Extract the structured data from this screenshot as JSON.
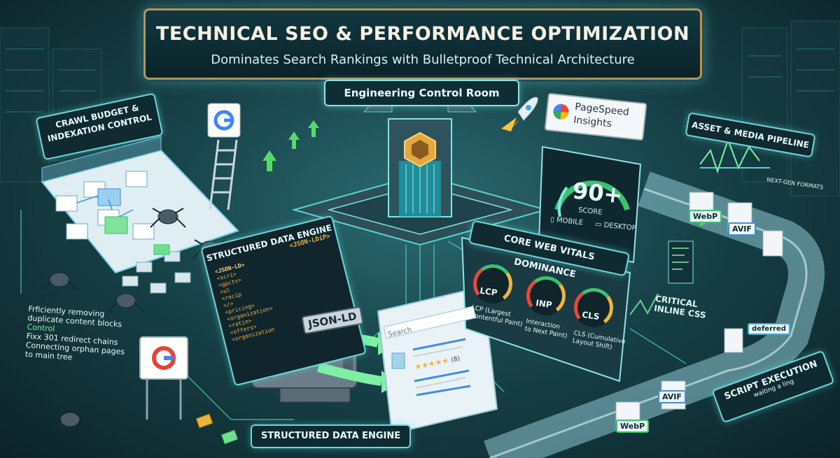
{
  "title": {
    "main": "TECHNICAL SEO & PERFORMANCE OPTIMIZATION",
    "subtitle": "Dominates Search Rankings with Bulletproof Technical Architecture"
  },
  "ribbon": "Engineering Control Room",
  "crawl": {
    "plaque_line1": "CRAWL BUDGET &",
    "plaque_line2": "INDEXATION CONTROL",
    "notes": [
      "Frficiently removing",
      "duplicate content blocks",
      "Control",
      "Fixx 301 redirect chains",
      "Connecting orphan pages",
      "to main tree"
    ]
  },
  "structured": {
    "plaque": "STRUCTURED DATA ENGINE",
    "floor_label": "STRUCTURED DATA ENGINE",
    "engine_label": "JSON-LD",
    "code_top": "<JSON-LDiP>",
    "code_lines": [
      "<JSON-LD>",
      "<scri>",
      "<gpctv>",
      "<ul",
      "<recip",
      "</>",
      "<pricing>",
      "<organization>",
      "<ratin>",
      "<offers>",
      "<organization"
    ],
    "serp_search": "Search",
    "serp_reviews": "(8)"
  },
  "pagespeed": {
    "brand_line1": "PageSpeed",
    "brand_line2": "Insights",
    "score": "90+",
    "score_label": "SCORE",
    "mobile": "MOBILE",
    "desktop": "DESKTOP"
  },
  "cwv": {
    "plaque": "CORE WEB VITALS DOMINANCE",
    "gauges": [
      {
        "label": "LCP",
        "caption_1": "LCP (Largest",
        "caption_2": "Contentful Paint)"
      },
      {
        "label": "INP",
        "caption_1": "Interaction",
        "caption_2": "to Next Paint)"
      },
      {
        "label": "CLS",
        "caption_1": "CLS (Cumulative",
        "caption_2": "Layout Shift)"
      }
    ]
  },
  "assets": {
    "plaque": "ASSET & MEDIA PIPELINE",
    "next_gen": "NEXT-GEN FORMATS",
    "webp": "WebP",
    "avif": "AVIF",
    "critical_line1": "CRITICAL",
    "critical_line2": "INLINE CSS",
    "deferred": "deferred"
  },
  "script": {
    "plaque": "SCRIPT EXECUTION",
    "sub": "waiting a ling"
  },
  "colors": {
    "accent": "#5be3e0",
    "gold": "#b69356",
    "good": "#39c36e",
    "warn": "#f0b53a",
    "bad": "#e24b3b",
    "brand_blue": "#3d8fe0"
  }
}
